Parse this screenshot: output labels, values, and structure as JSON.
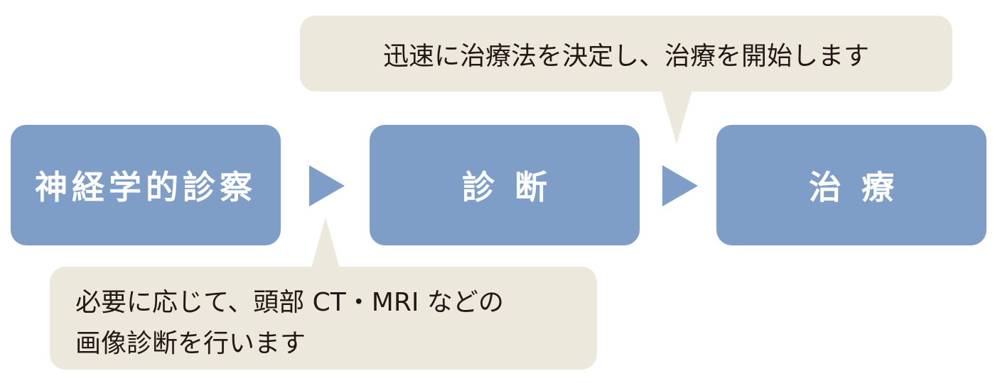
{
  "steps": [
    {
      "label": "神経学的診察"
    },
    {
      "label": "診断"
    },
    {
      "label": "治療"
    }
  ],
  "callouts": {
    "top": "迅速に治療法を決定し、治療を開始します",
    "bottom_line1": "必要に応じて、頭部 CT・MRI などの",
    "bottom_line2": "画像診断を行います"
  },
  "colors": {
    "step_fill": "#7f9ec7",
    "callout_fill": "#ede8dc",
    "text_dark": "#231815",
    "text_light": "#ffffff"
  }
}
